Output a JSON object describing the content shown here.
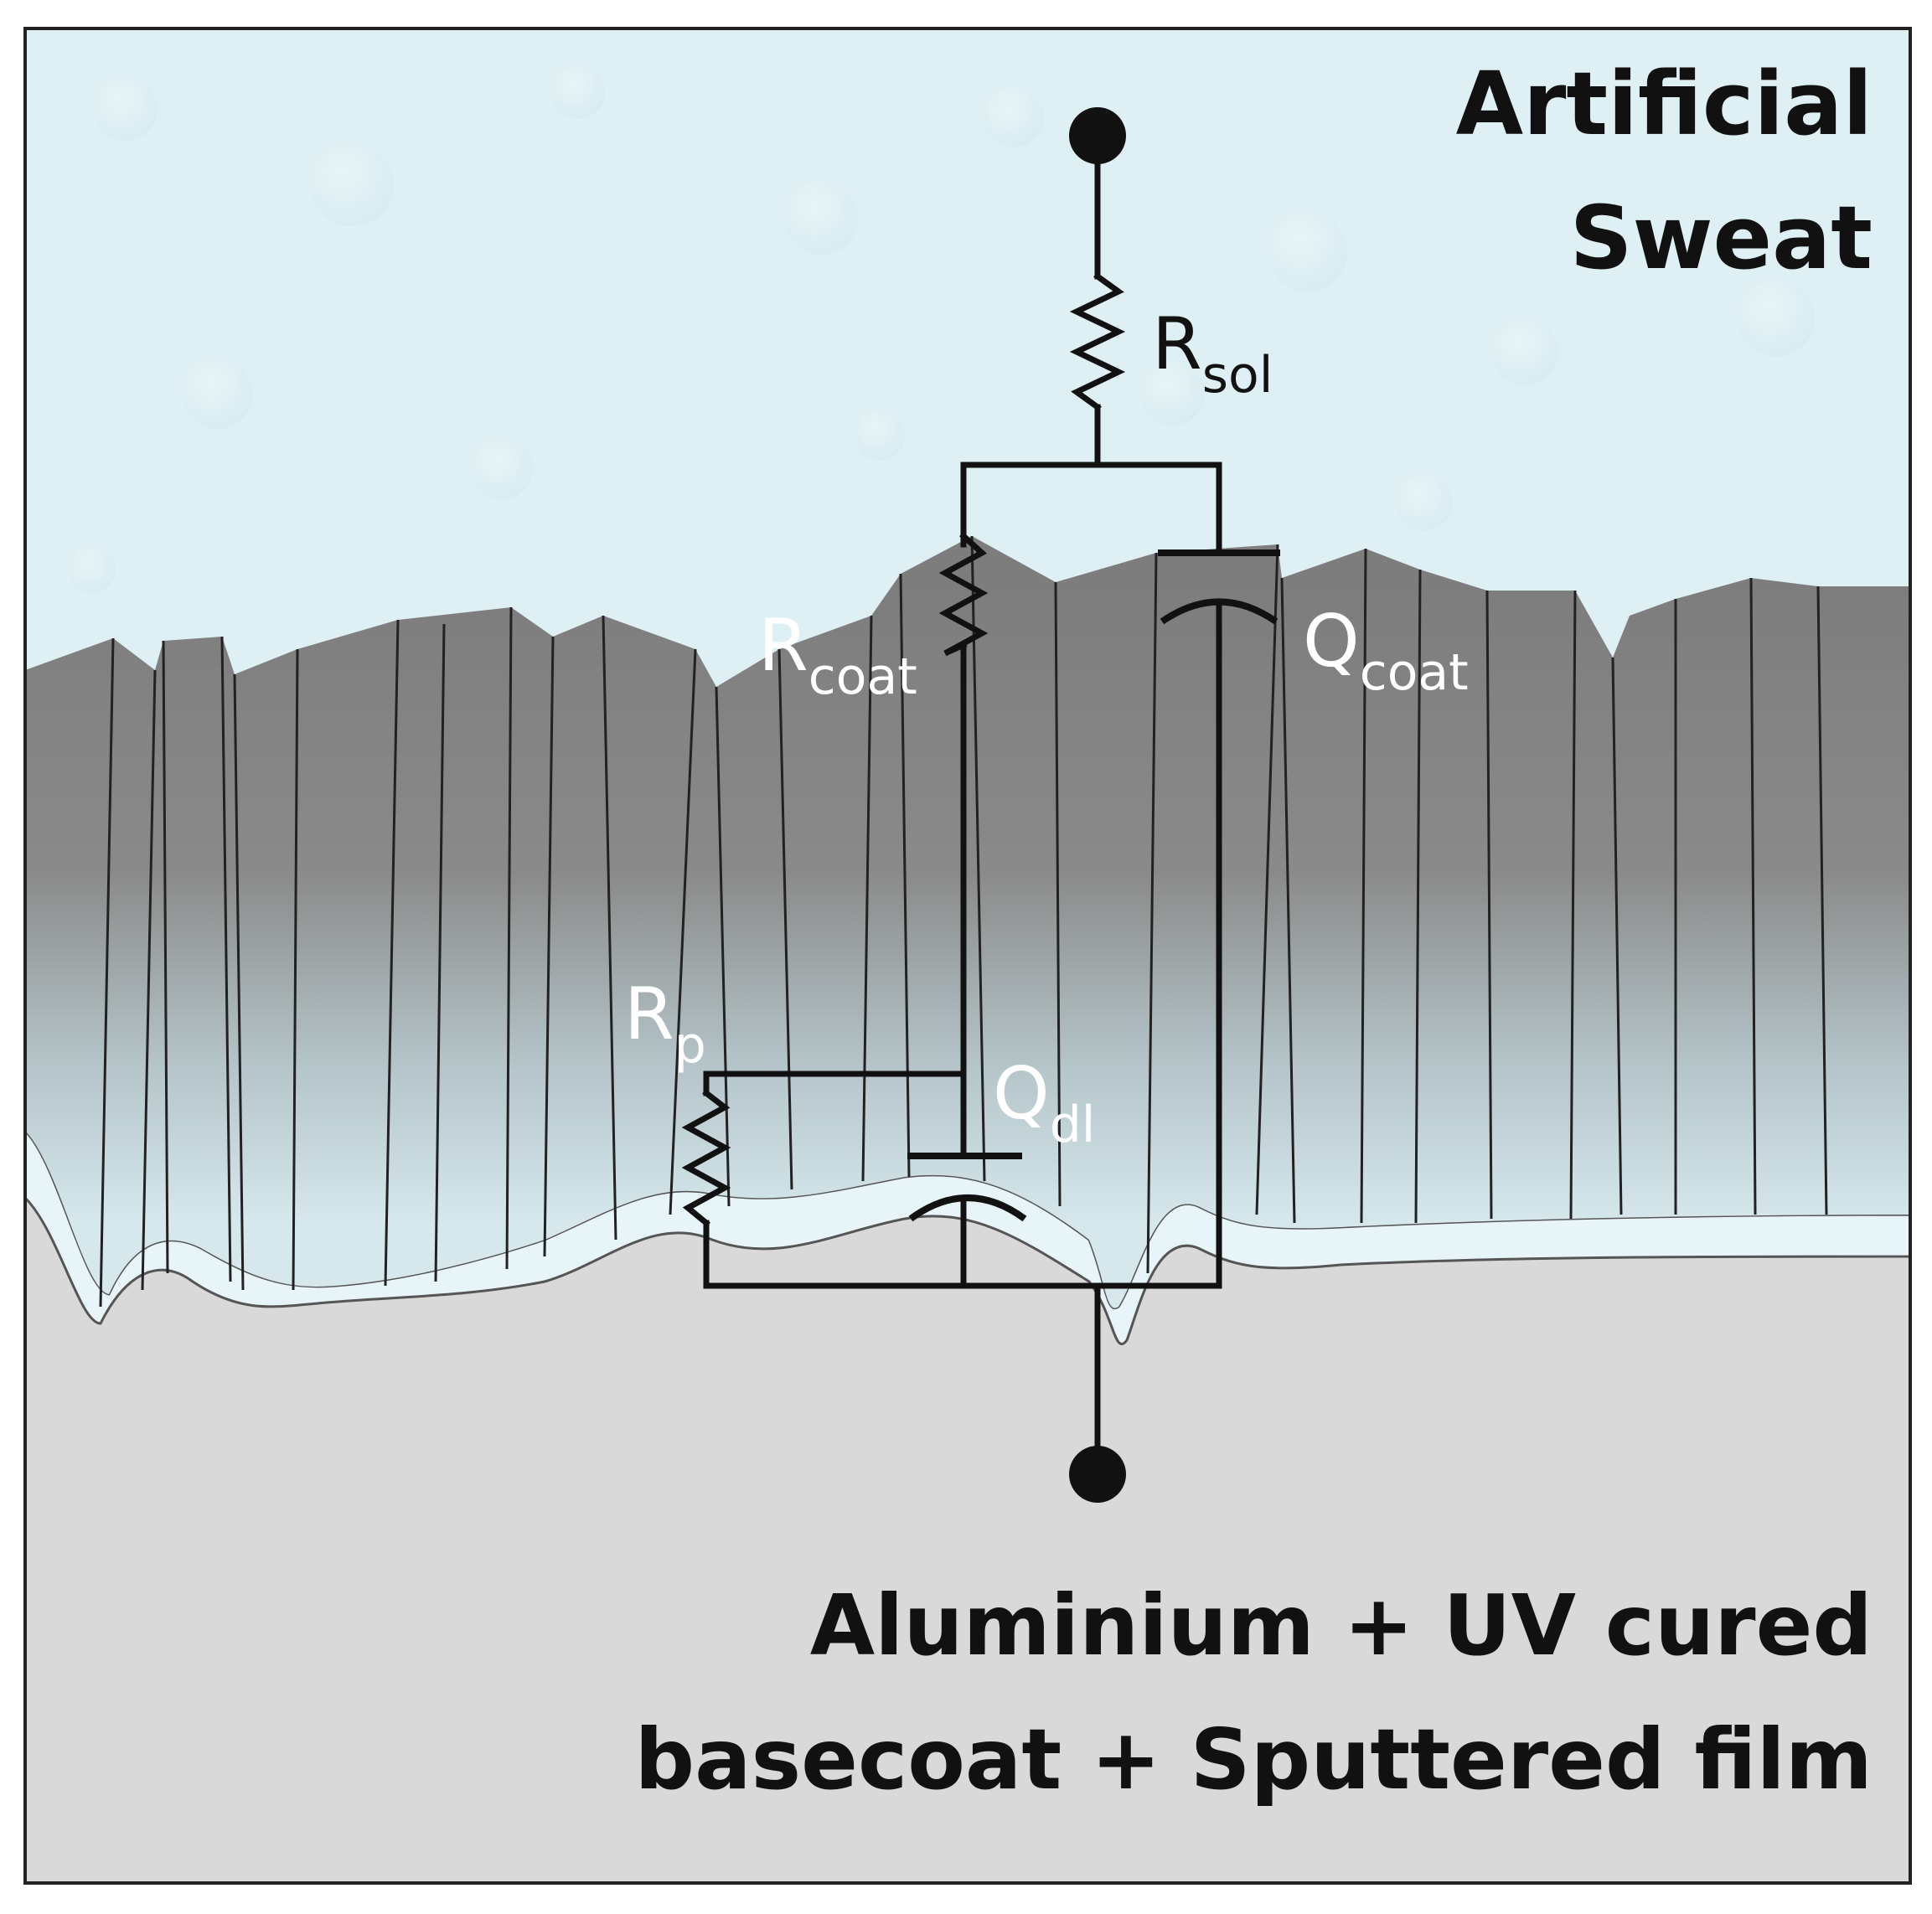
{
  "regions": {
    "electrolyte": {
      "line1": "Artificial",
      "line2": "Sweat"
    },
    "substrate": {
      "line1": "Aluminium + UV cured",
      "line2": "basecoat + Sputtered film"
    }
  },
  "circuit": {
    "r_sol": {
      "main": "R",
      "sub": "sol"
    },
    "r_coat": {
      "main": "R",
      "sub": "coat"
    },
    "q_coat": {
      "main": "Q",
      "sub": "coat"
    },
    "r_p": {
      "main": "R",
      "sub": "p"
    },
    "q_dl": {
      "main": "Q",
      "sub": "dl"
    }
  },
  "colors": {
    "electrolyte": "#dff0f4",
    "coating": "#7d7d7d",
    "coating_fade": "#d3e4e8",
    "substrate": "#d9d9d9",
    "wire": "#111111"
  }
}
